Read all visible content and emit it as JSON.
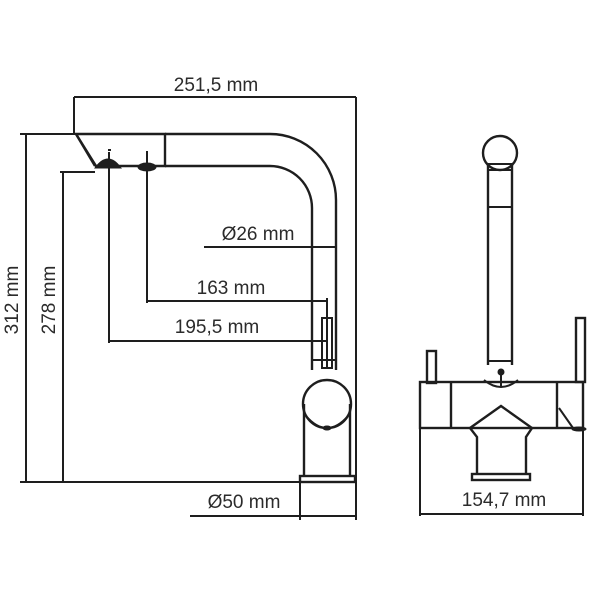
{
  "drawing": {
    "subject": "Kitchen faucet with filter spout — technical dimension drawing",
    "line_color": "#1e1e1e",
    "text_color": "#2b2b2b",
    "background": "#ffffff"
  },
  "dimensions": {
    "overall_width": "251,5 mm",
    "spout_diameter": "Ø26 mm",
    "filter_reach": "163 mm",
    "main_reach": "195,5 mm",
    "base_diameter": "Ø50 mm",
    "overall_height": "312 mm",
    "outlet_height": "278 mm",
    "front_width": "154,7 mm"
  },
  "views": [
    {
      "name": "side-view"
    },
    {
      "name": "front-view"
    }
  ]
}
